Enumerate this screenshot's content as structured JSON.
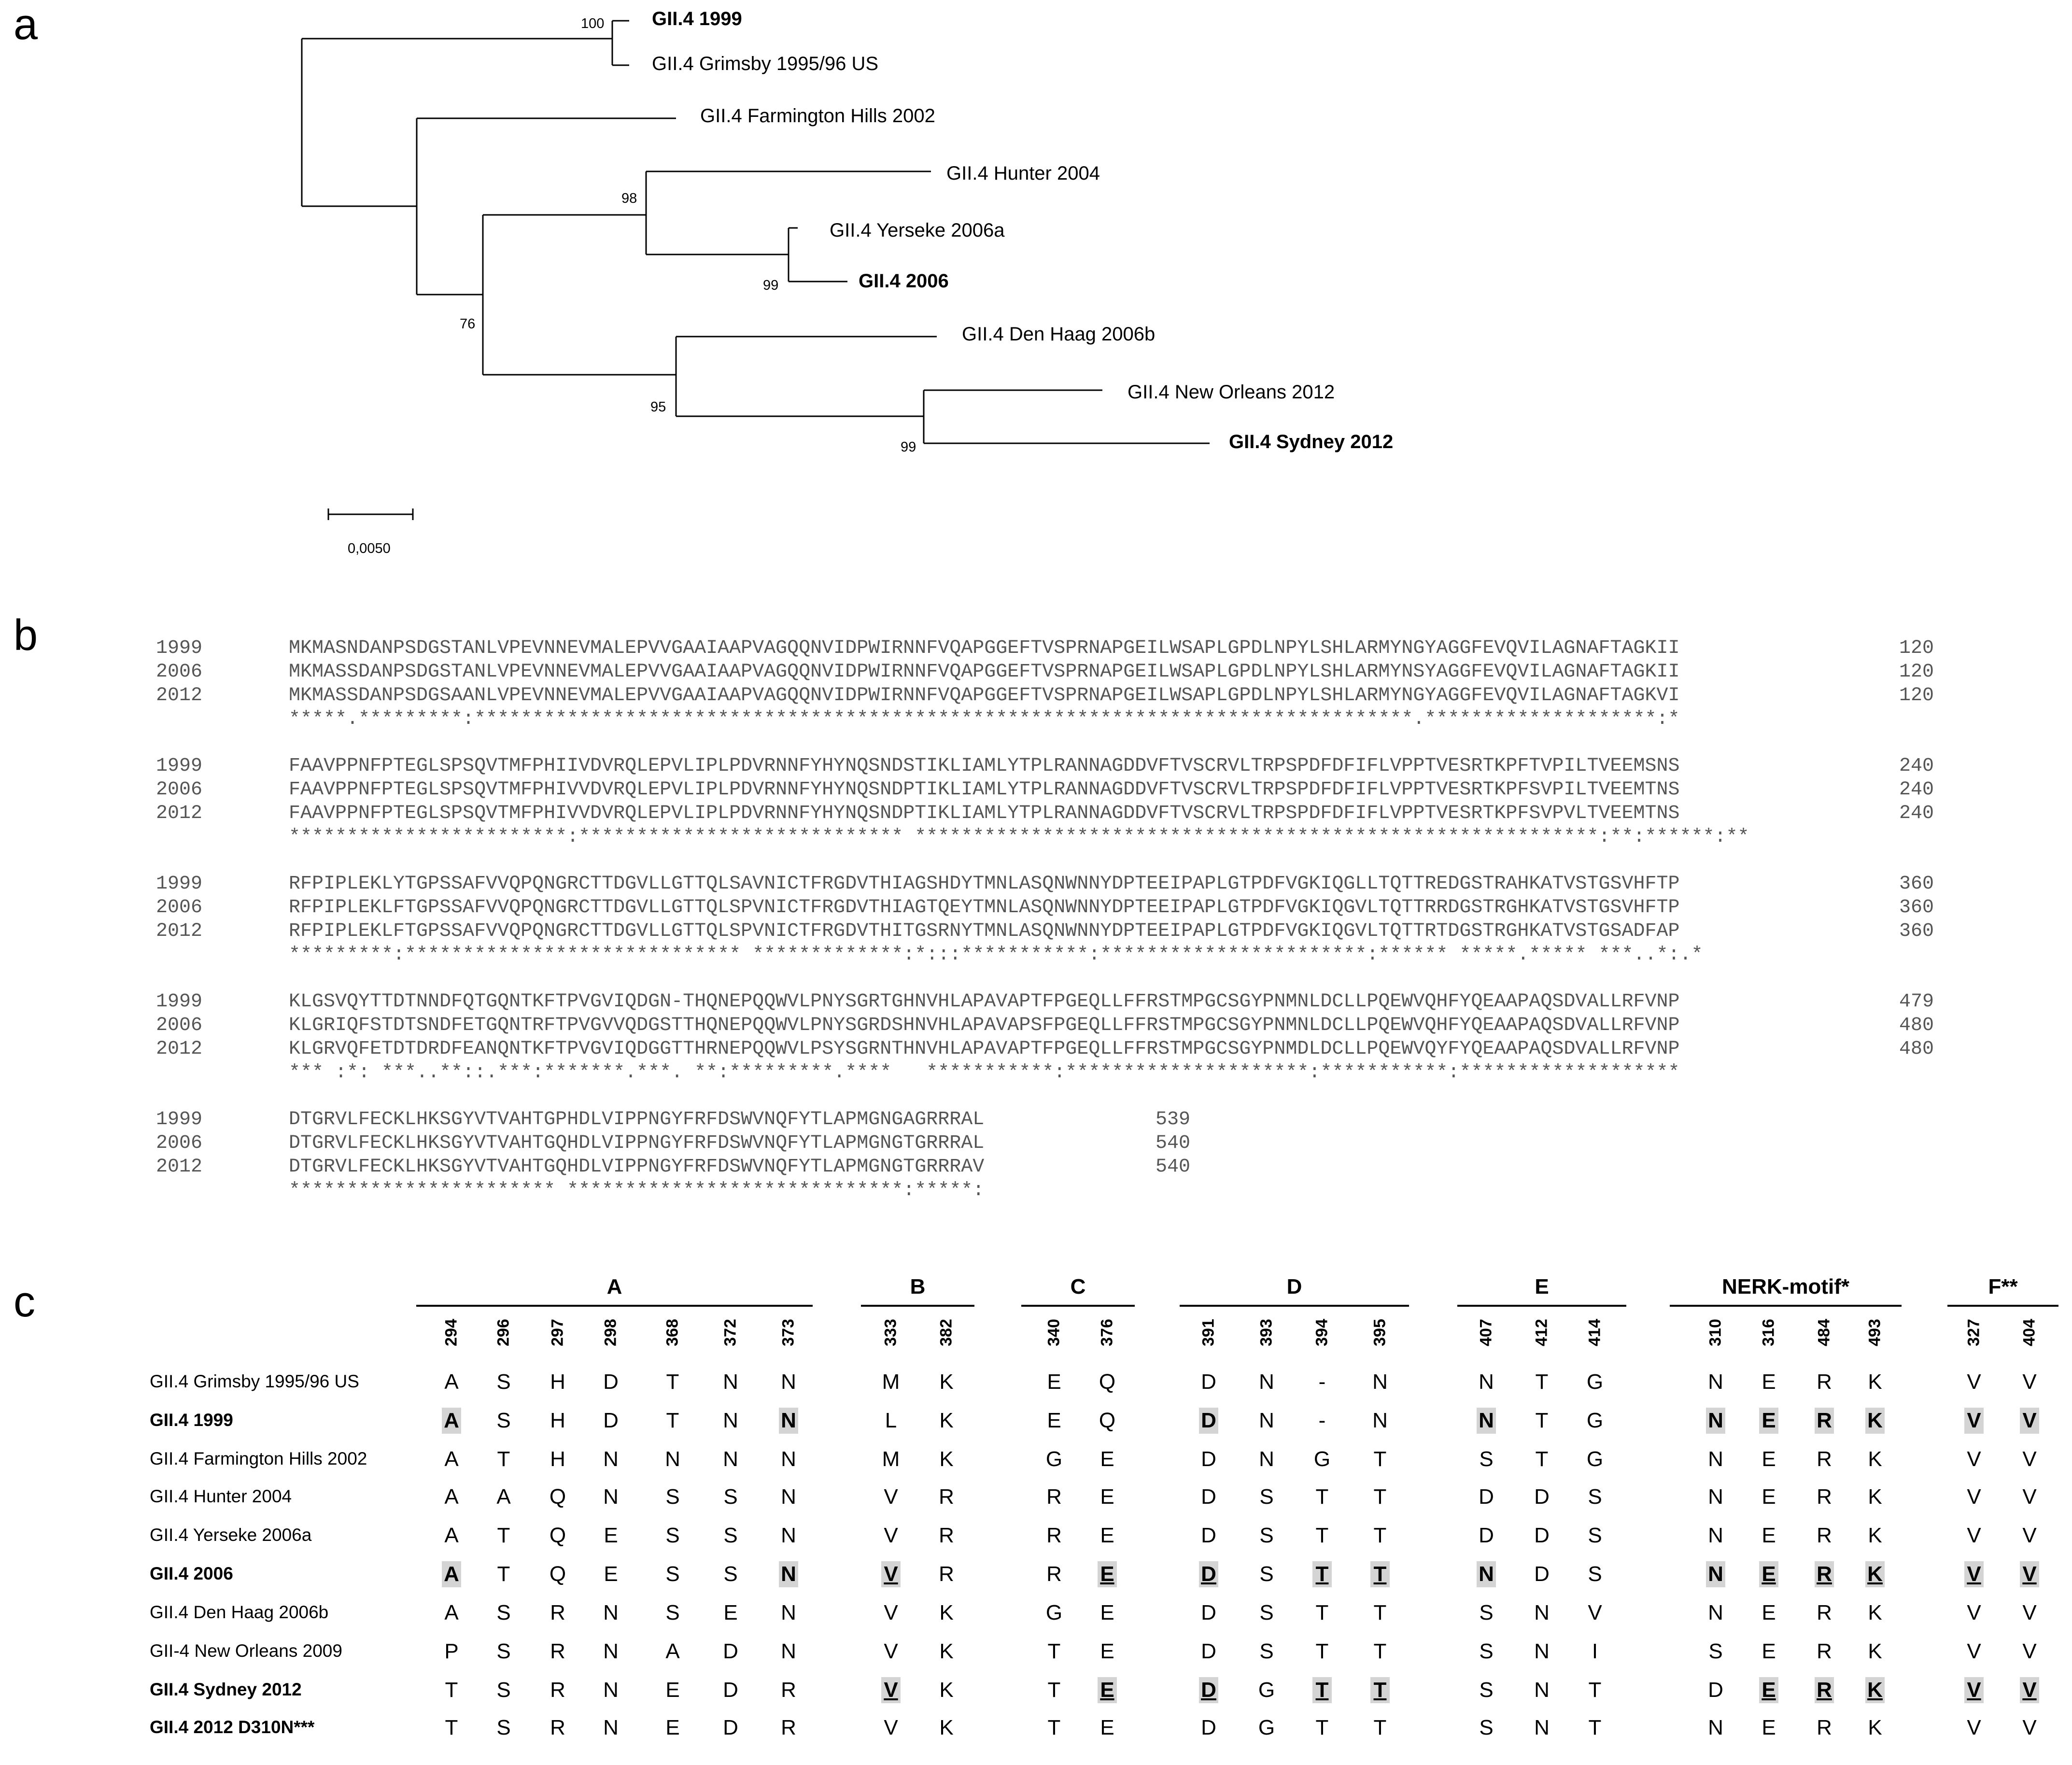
{
  "panels": {
    "a": "a",
    "b": "b",
    "c": "c"
  },
  "tree": {
    "leaves": [
      {
        "name": "GII.4 1999",
        "bold": true
      },
      {
        "name": "GII.4 Grimsby 1995/96 US",
        "bold": false
      },
      {
        "name": "GII.4 Farmington Hills 2002",
        "bold": false
      },
      {
        "name": "GII.4 Hunter 2004",
        "bold": false
      },
      {
        "name": "GII.4 Yerseke 2006a",
        "bold": false
      },
      {
        "name": "GII.4 2006",
        "bold": true
      },
      {
        "name": "GII.4 Den Haag 2006b",
        "bold": false
      },
      {
        "name": "GII.4 New Orleans 2012",
        "bold": false
      },
      {
        "name": "GII.4 Sydney 2012",
        "bold": true
      }
    ],
    "bootstrap": [
      "100",
      "98",
      "99",
      "76",
      "95",
      "99"
    ],
    "scale": "0,0050"
  },
  "alignment": [
    {
      "rows": [
        [
          "1999",
          "MKMASNDANPSDGSTANLVPEVNNEVMALEPVVGAAIAAPVAGQQNVIDPWIRNNFVQAPGGEFTVSPRNAPGEILWSAPLGPDLNPYLSHLARMYNGYAGGFEVQVILAGNAFTAGKII",
          "120"
        ],
        [
          "2006",
          "MKMASSDANPSDGSTANLVPEVNNEVMALEPVVGAAIAAPVAGQQNVIDPWIRNNFVQAPGGEFTVSPRNAPGEILWSAPLGPDLNPYLSHLARMYNSYAGGFEVQVILAGNAFTAGKII",
          "120"
        ],
        [
          "2012",
          "MKMASSDANPSDGSAANLVPEVNNEVMALEPVVGAAIAAPVAGQQNVIDPWIRNNFVQAPGGEFTVSPRNAPGEILWSAPLGPDLNPYLSHLARMYNGYAGGFEVQVILAGNAFTAGKVI",
          "120"
        ]
      ],
      "cons": "*****.*********:*********************************************************************************.********************:*"
    },
    {
      "rows": [
        [
          "1999",
          "FAAVPPNFPTEGLSPSQVTMFPHIIVDVRQLEPVLIPLPDVRNNFYHYNQSNDSTIKLIAMLYTPLRANNAGDDVFTVSCRVLTRPSPDFDFIFLVPPTVESRTKPFTVPILTVEEMSNS",
          "240"
        ],
        [
          "2006",
          "FAAVPPNFPTEGLSPSQVTMFPHIVVDVRQLEPVLIPLPDVRNNFYHYNQSNDPTIKLIAMLYTPLRANNAGDDVFTVSCRVLTRPSPDFDFIFLVPPTVESRTKPFSVPILTVEEMTNS",
          "240"
        ],
        [
          "2012",
          "FAAVPPNFPTEGLSPSQVTMFPHIVVDVRQLEPVLIPLPDVRNNFYHYNQSNDPTIKLIAMLYTPLRANNAGDDVFTVSCRVLTRPSPDFDFIFLVPPTVESRTKPFSVPVLTVEEMTNS",
          "240"
        ]
      ],
      "cons": "************************:**************************** ***********************************************************:**:******:**"
    },
    {
      "rows": [
        [
          "1999",
          "RFPIPLEKLYTGPSSAFVVQPQNGRCTTDGVLLGTTQLSAVNICTFRGDVTHIAGSHDYTMNLASQNWNNYDPTEEIPAPLGTPDFVGKIQGLLTQTTREDGSTRAHKATVSTGSVHFTP",
          "360"
        ],
        [
          "2006",
          "RFPIPLEKLFTGPSSAFVVQPQNGRCTTDGVLLGTTQLSPVNICTFRGDVTHIAGTQEYTMNLASQNWNNYDPTEEIPAPLGTPDFVGKIQGVLTQTTRRDGSTRGHKATVSTGSVHFTP",
          "360"
        ],
        [
          "2012",
          "RFPIPLEKLFTGPSSAFVVQPQNGRCTTDGVLLGTTQLSPVNICTFRGDVTHITGSRNYTMNLASQNWNNYDPTEEIPAPLGTPDFVGKIQGVLTQTTRTDGSTRGHKATVSTGSADFAP",
          "360"
        ]
      ],
      "cons": "*********:***************************** *************:*:::***********:***********************:****** *****.***** ***..*:.*"
    },
    {
      "rows": [
        [
          "1999",
          "KLGSVQYTTDTNNDFQTGQNTKFTPVGVIQDGN-THQNEPQQWVLPNYSGRTGHNVHLAPAVAPTFPGEQLLFFRSTMPGCSGYPNMNLDCLLPQEWVQHFYQEAAPAQSDVALLRFVNP",
          "479"
        ],
        [
          "2006",
          "KLGRIQFSTDTSNDFETGQNTRFTPVGVVQDGSTTHQNEPQQWVLPNYSGRDSHNVHLAPAVAPSFPGEQLLFFRSTMPGCSGYPNMNLDCLLPQEWVQHFYQEAAPAQSDVALLRFVNP",
          "480"
        ],
        [
          "2012",
          "KLGRVQFETDTDRDFEANQNTKFTPVGVIQDGGTTHRNEPQQWVLPSYSGRNTHNVHLAPAVAPTFPGEQLLFFRSTMPGCSGYPNMDLDCLLPQEWVQYFYQEAAPAQSDVALLRFVNP",
          "480"
        ]
      ],
      "cons": "*** :*: ***..**::.***:*******.***. **:*********.****   ***********:*********************:***********:*******************"
    },
    {
      "rows": [
        [
          "1999",
          "DTGRVLFECKLHKSGYVTVAHTGPHDLVIPPNGYFRFDSWVNQFYTLAPMGNGAGRRRAL",
          "539"
        ],
        [
          "2006",
          "DTGRVLFECKLHKSGYVTVAHTGQHDLVIPPNGYFRFDSWVNQFYTLAPMGNGTGRRRAL",
          "540"
        ],
        [
          "2012",
          "DTGRVLFECKLHKSGYVTVAHTGQHDLVIPPNGYFRFDSWVNQFYTLAPMGNGTGRRRAV",
          "540"
        ]
      ],
      "cons": "*********************** *****************************:*****:"
    }
  ],
  "table": {
    "regions": [
      {
        "label": "A",
        "positions": [
          "294",
          "296",
          "297",
          "298",
          "368",
          "372",
          "373"
        ]
      },
      {
        "label": "B",
        "positions": [
          "333",
          "382"
        ]
      },
      {
        "label": "C",
        "positions": [
          "340",
          "376"
        ]
      },
      {
        "label": "D",
        "positions": [
          "391",
          "393",
          "394",
          "395"
        ]
      },
      {
        "label": "E",
        "positions": [
          "407",
          "412",
          "414"
        ]
      },
      {
        "label": "NERK-motif*",
        "positions": [
          "310",
          "316",
          "484",
          "493"
        ]
      },
      {
        "label": "F**",
        "positions": [
          "327",
          "404"
        ]
      }
    ],
    "rows": [
      {
        "name": "GII.4 Grimsby 1995/96 US",
        "bold": false,
        "values": [
          "A",
          "S",
          "H",
          "D",
          "T",
          "N",
          "N",
          "M",
          "K",
          "E",
          "Q",
          "D",
          "N",
          "-",
          "N",
          "N",
          "T",
          "G",
          "N",
          "E",
          "R",
          "K",
          "V",
          "V"
        ],
        "hl": [],
        "ul": []
      },
      {
        "name": "GII.4 1999",
        "bold": true,
        "values": [
          "A",
          "S",
          "H",
          "D",
          "T",
          "N",
          "N",
          "L",
          "K",
          "E",
          "Q",
          "D",
          "N",
          "-",
          "N",
          "N",
          "T",
          "G",
          "N",
          "E",
          "R",
          "K",
          "V",
          "V"
        ],
        "hl": [
          0,
          6,
          11,
          15,
          18,
          19,
          20,
          21,
          22,
          23
        ],
        "ul": []
      },
      {
        "name": "GII.4 Farmington Hills 2002",
        "bold": false,
        "values": [
          "A",
          "T",
          "H",
          "N",
          "N",
          "N",
          "N",
          "M",
          "K",
          "G",
          "E",
          "D",
          "N",
          "G",
          "T",
          "S",
          "T",
          "G",
          "N",
          "E",
          "R",
          "K",
          "V",
          "V"
        ],
        "hl": [],
        "ul": []
      },
      {
        "name": "GII.4 Hunter 2004",
        "bold": false,
        "values": [
          "A",
          "A",
          "Q",
          "N",
          "S",
          "S",
          "N",
          "V",
          "R",
          "R",
          "E",
          "D",
          "S",
          "T",
          "T",
          "D",
          "D",
          "S",
          "N",
          "E",
          "R",
          "K",
          "V",
          "V"
        ],
        "hl": [],
        "ul": []
      },
      {
        "name": "GII.4 Yerseke 2006a",
        "bold": false,
        "values": [
          "A",
          "T",
          "Q",
          "E",
          "S",
          "S",
          "N",
          "V",
          "R",
          "R",
          "E",
          "D",
          "S",
          "T",
          "T",
          "D",
          "D",
          "S",
          "N",
          "E",
          "R",
          "K",
          "V",
          "V"
        ],
        "hl": [],
        "ul": []
      },
      {
        "name": "GII.4 2006",
        "bold": true,
        "values": [
          "A",
          "T",
          "Q",
          "E",
          "S",
          "S",
          "N",
          "V",
          "R",
          "R",
          "E",
          "D",
          "S",
          "T",
          "T",
          "N",
          "D",
          "S",
          "N",
          "E",
          "R",
          "K",
          "V",
          "V"
        ],
        "hl": [
          0,
          6,
          7,
          10,
          11,
          13,
          14,
          15,
          18,
          19,
          20,
          21,
          22,
          23
        ],
        "ul": [
          7,
          10,
          11,
          13,
          14,
          19,
          20,
          21,
          22,
          23
        ]
      },
      {
        "name": "GII.4 Den Haag 2006b",
        "bold": false,
        "values": [
          "A",
          "S",
          "R",
          "N",
          "S",
          "E",
          "N",
          "V",
          "K",
          "G",
          "E",
          "D",
          "S",
          "T",
          "T",
          "S",
          "N",
          "V",
          "N",
          "E",
          "R",
          "K",
          "V",
          "V"
        ],
        "hl": [],
        "ul": []
      },
      {
        "name": "GII-4 New Orleans 2009",
        "bold": false,
        "values": [
          "P",
          "S",
          "R",
          "N",
          "A",
          "D",
          "N",
          "V",
          "K",
          "T",
          "E",
          "D",
          "S",
          "T",
          "T",
          "S",
          "N",
          "I",
          "S",
          "E",
          "R",
          "K",
          "V",
          "V"
        ],
        "hl": [],
        "ul": []
      },
      {
        "name": "GII.4 Sydney 2012",
        "bold": true,
        "values": [
          "T",
          "S",
          "R",
          "N",
          "E",
          "D",
          "R",
          "V",
          "K",
          "T",
          "E",
          "D",
          "G",
          "T",
          "T",
          "S",
          "N",
          "T",
          "D",
          "E",
          "R",
          "K",
          "V",
          "V"
        ],
        "hl": [
          7,
          10,
          11,
          13,
          14,
          19,
          20,
          21,
          22,
          23
        ],
        "ul": [
          7,
          10,
          11,
          13,
          14,
          19,
          20,
          21,
          22,
          23
        ]
      },
      {
        "name": "GII.4 2012 D310N***",
        "bold": true,
        "values": [
          "T",
          "S",
          "R",
          "N",
          "E",
          "D",
          "R",
          "V",
          "K",
          "T",
          "E",
          "D",
          "G",
          "T",
          "T",
          "S",
          "N",
          "T",
          "N",
          "E",
          "R",
          "K",
          "V",
          "V"
        ],
        "hl": [],
        "ul": []
      }
    ]
  }
}
